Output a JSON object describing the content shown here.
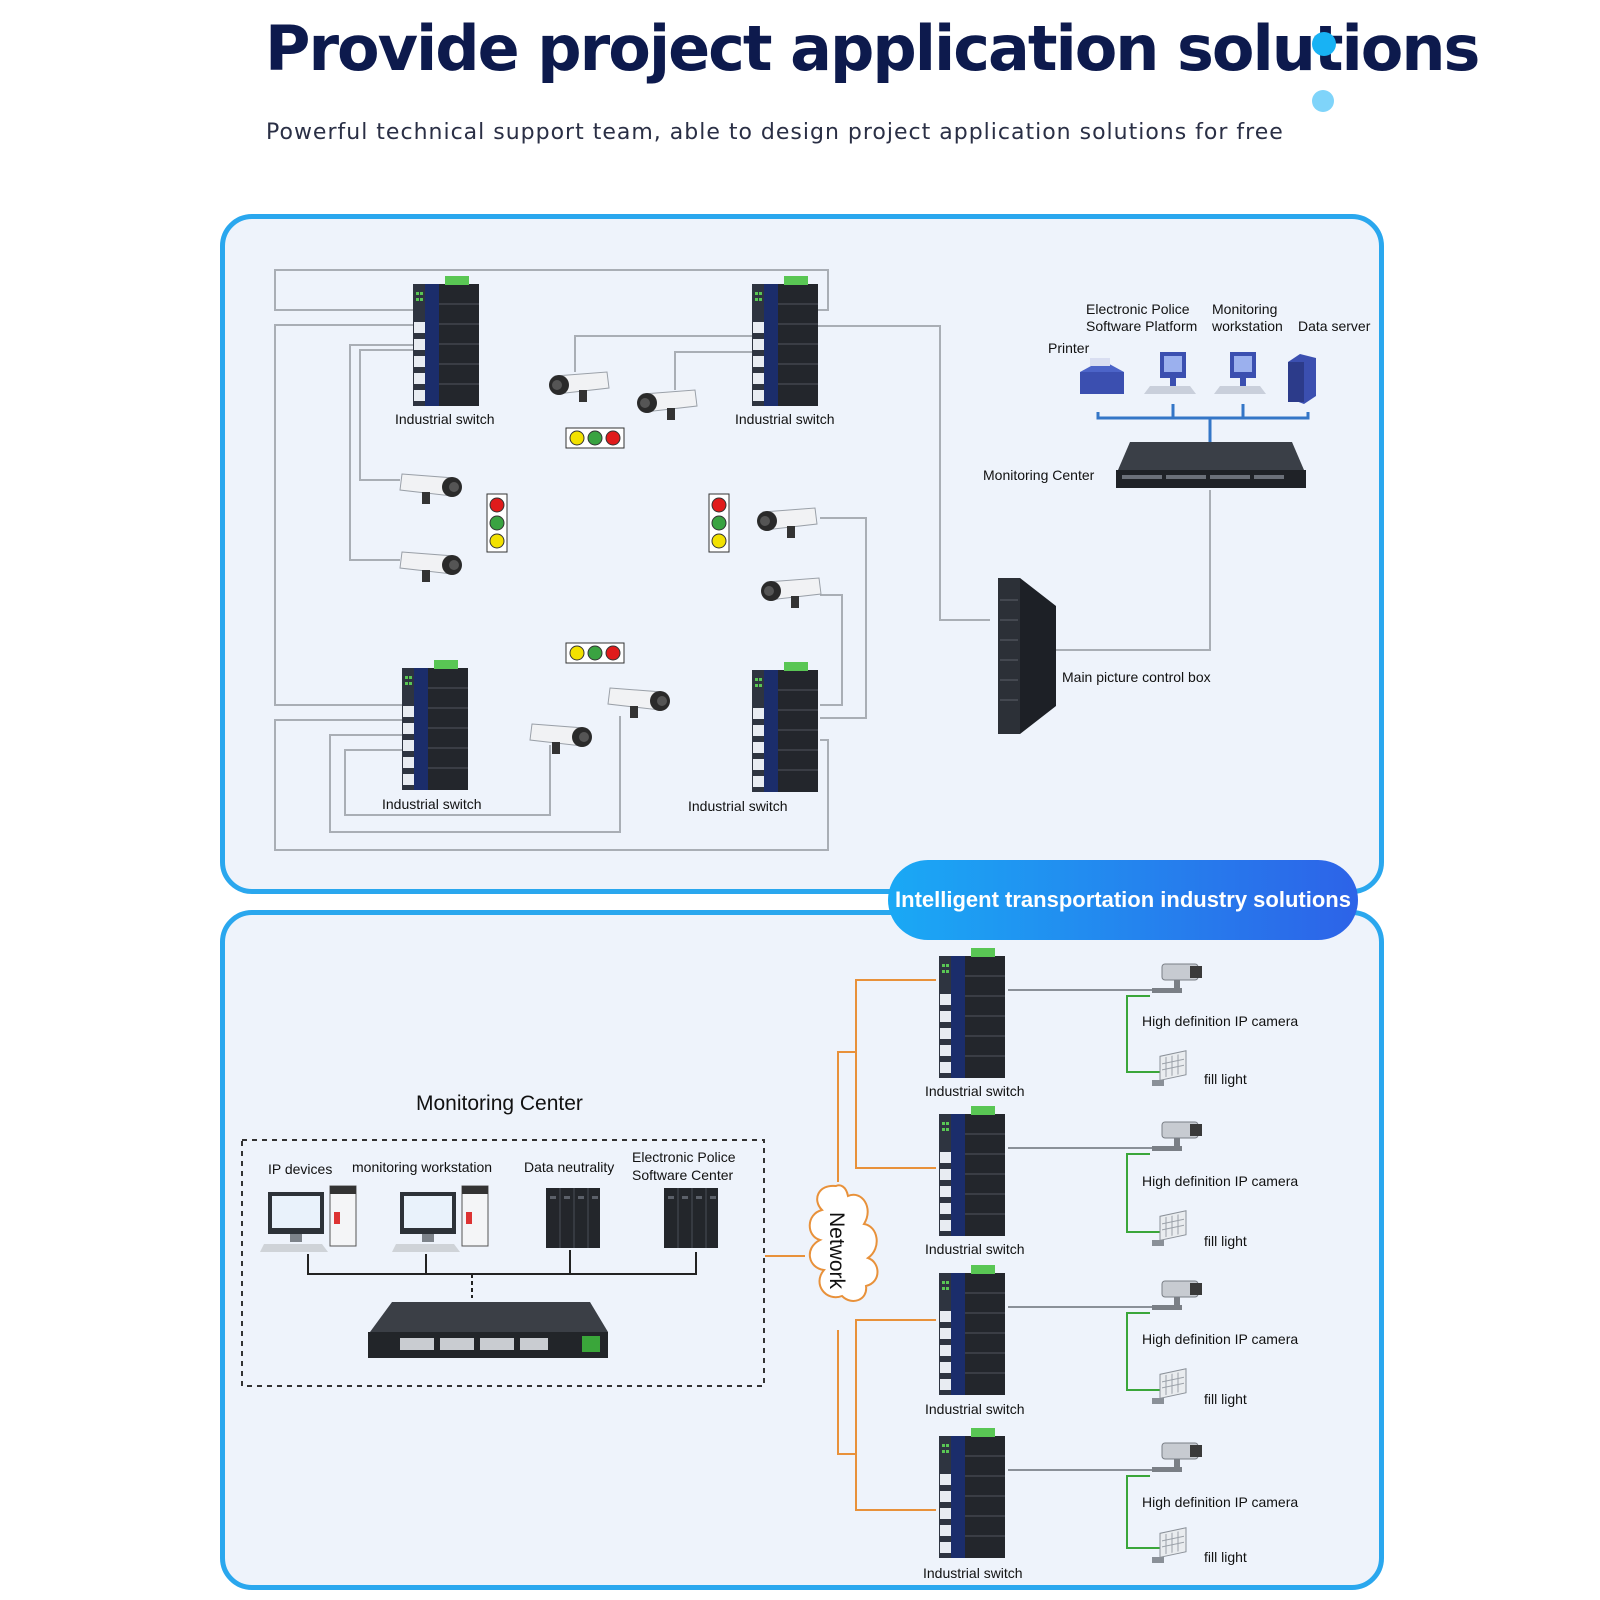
{
  "header": {
    "title": "Provide project application solutions",
    "subtitle": "Powerful technical support team, able to design project application solutions for free"
  },
  "top_diagram": {
    "switch_label": "Industrial switch",
    "electronic_police_platform": [
      "Electronic Police",
      "Software Platform"
    ],
    "monitoring_workstation": [
      "Monitoring",
      "workstation"
    ],
    "data_server": "Data server",
    "printer": "Printer",
    "monitoring_center": "Monitoring Center",
    "main_control_box": "Main picture control box"
  },
  "banner": {
    "label": "Intelligent transportation industry solutions"
  },
  "bottom_diagram": {
    "monitoring_center": "Monitoring Center",
    "ip_devices": "IP devices",
    "monitoring_workstation": "monitoring workstation",
    "data_neutrality": "Data neutrality",
    "electronic_police_center": [
      "Electronic Police",
      "Software Center"
    ],
    "network": "Network",
    "switch_label": "Industrial switch",
    "camera_label": "High definition IP camera",
    "fill_light_label": "fill light"
  },
  "colors": {
    "title": "#0d1a4d",
    "panel_border": "#2aa7ee",
    "panel_bg": "#eef3fb",
    "banner_start": "#1aa9f5",
    "banner_end": "#2d63e8",
    "orange_link": "#e8913a",
    "green_link": "#3aa63a"
  }
}
